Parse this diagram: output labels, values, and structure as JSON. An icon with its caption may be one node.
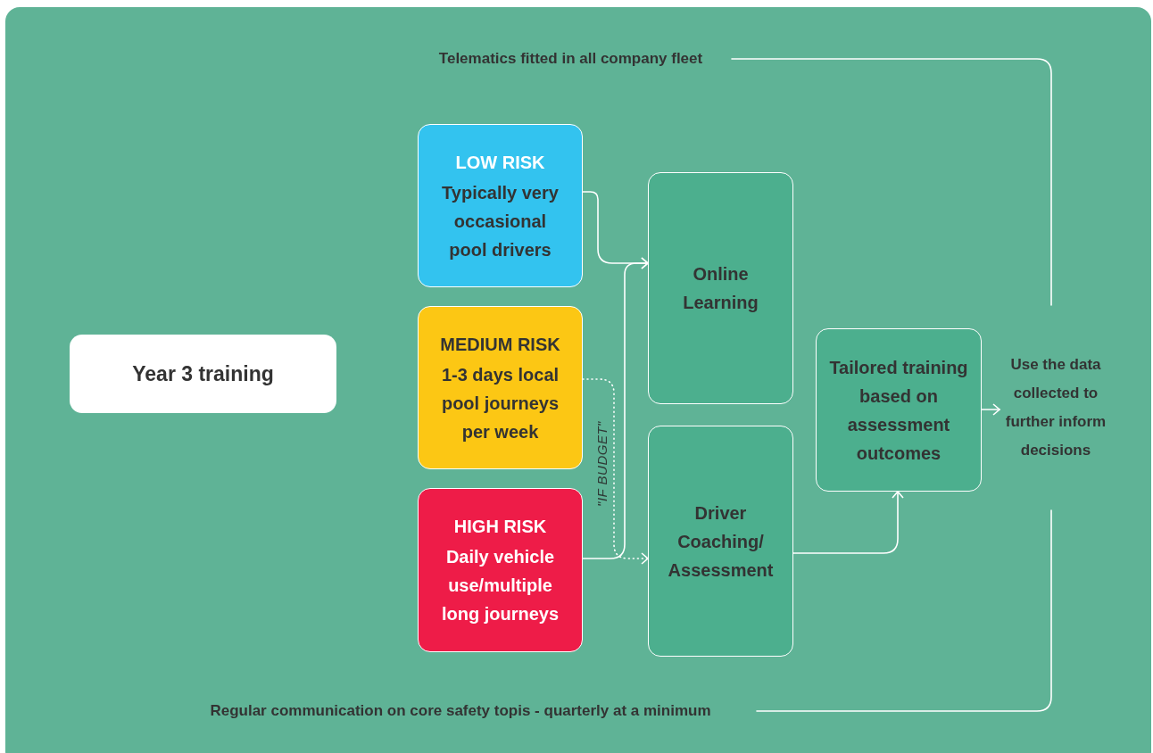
{
  "diagram": {
    "nodes": [
      {
        "text": [
          "Year 3 training"
        ]
      },
      {
        "text": [
          "LOW RISK",
          "Typically very occasional pool drivers"
        ]
      },
      {
        "text": [
          "MEDIUM RISK",
          "1-3 days local pool journeys per week"
        ]
      },
      {
        "text": [
          "HIGH RISK",
          "Daily vehicle use/multiple long journeys"
        ]
      },
      {
        "text": [
          "Online Learning"
        ]
      },
      {
        "text": [
          "Driver Coaching/ Assessment"
        ]
      },
      {
        "text": [
          "Tailored training based on assessment outcomes"
        ]
      },
      {
        "text": [
          "Use the data collected to further inform decisions"
        ]
      },
      {
        "text": [
          "Telematics fitted in all company fleet"
        ]
      },
      {
        "text": [
          "Regular communication on core safety topis - quarterly at a minimum"
        ]
      }
    ],
    "edges": [
      {
        "from": 1,
        "to": 4,
        "arrow": "to"
      },
      {
        "from": 3,
        "to": 4,
        "arrow": "to"
      },
      {
        "from": 2,
        "to": 5,
        "arrow": "to",
        "style": "dashed",
        "label": "\"IF BUDGET\""
      },
      {
        "from": 5,
        "to": 6,
        "arrow": "to"
      },
      {
        "from": 6,
        "to": 7,
        "arrow": "to"
      },
      {
        "from": 8,
        "to": 7,
        "arrow": "none"
      },
      {
        "from": 9,
        "to": 7,
        "arrow": "none"
      }
    ]
  }
}
